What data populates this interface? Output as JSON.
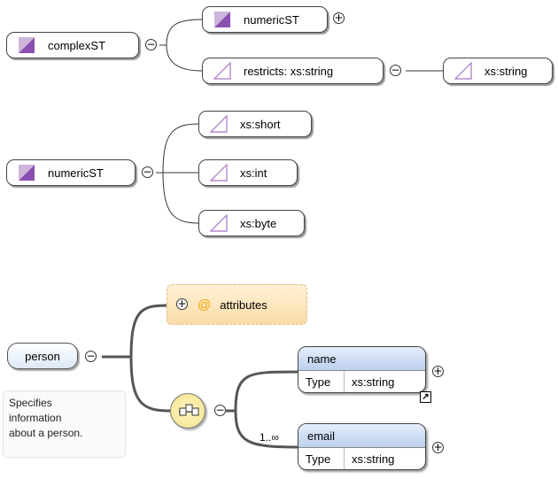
{
  "diagram1": {
    "root": "complexST",
    "child_numeric": "numericST",
    "child_restricts": "restricts: xs:string",
    "restricts_base": "xs:string"
  },
  "diagram2": {
    "root": "numericST",
    "members": [
      "xs:short",
      "xs:int",
      "xs:byte"
    ]
  },
  "diagram3": {
    "element": "person",
    "annotation": [
      "Specifies",
      "information",
      "about a person."
    ],
    "attributes_label": "attributes",
    "attributes_symbol": "@",
    "children": [
      {
        "name": "name",
        "type_key": "Type",
        "type_value": "xs:string",
        "cardinality": ""
      },
      {
        "name": "email",
        "type_key": "Type",
        "type_value": "xs:string",
        "cardinality": "1..∞"
      }
    ]
  },
  "symbols": {
    "expand": "+",
    "collapse": "−",
    "link": "↗"
  },
  "colors": {
    "simple_type_triangle": "#8a4fb0",
    "element_header": "#bcd0ee",
    "attributes_fill": "#fbdca8"
  }
}
